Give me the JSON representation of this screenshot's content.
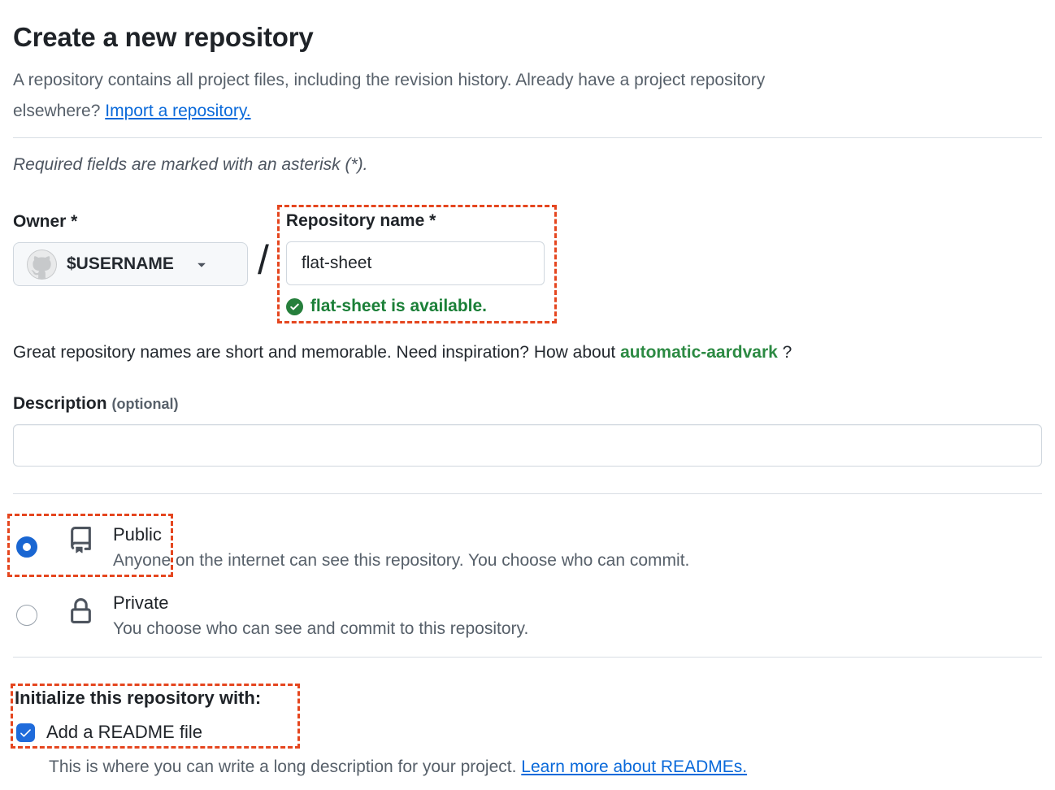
{
  "page": {
    "title": "Create a new repository",
    "intro_line1": "A repository contains all project files, including the revision history. Already have a project repository",
    "intro_line2": "elsewhere?",
    "intro_link": "Import a repository.",
    "required_note": "Required fields are marked with an asterisk (*)."
  },
  "owner": {
    "label": "Owner *",
    "selected_value": "$USERNAME",
    "separator": "/"
  },
  "repo_name": {
    "label": "Repository name *",
    "value": "flat-sheet",
    "availability_message": "flat-sheet is available."
  },
  "suggestion": {
    "text_before": "Great repository names are short and memorable. Need inspiration? How about",
    "suggested_name": "automatic-aardvark",
    "text_after": "?"
  },
  "description": {
    "label": "Description",
    "optional_note": "(optional)",
    "value": ""
  },
  "visibility": {
    "options": [
      {
        "label": "Public",
        "description": "Anyone on the internet can see this repository. You choose who can commit.",
        "selected": true
      },
      {
        "label": "Private",
        "description": "You choose who can see and commit to this repository.",
        "selected": false
      }
    ]
  },
  "initialize": {
    "heading": "Initialize this repository with:",
    "readme_label": "Add a README file",
    "readme_checked": true,
    "readme_note": "This is where you can write a long description for your project.",
    "readme_link": "Learn more about READMEs."
  },
  "colors": {
    "accent_blue": "#1966d2",
    "link_blue": "#0969da",
    "success_green": "#1a7f37",
    "suggestion_green": "#2c8a43",
    "annotation_orange": "#e5461f",
    "muted_gray": "#57606a",
    "border_gray": "#d0d7de"
  }
}
